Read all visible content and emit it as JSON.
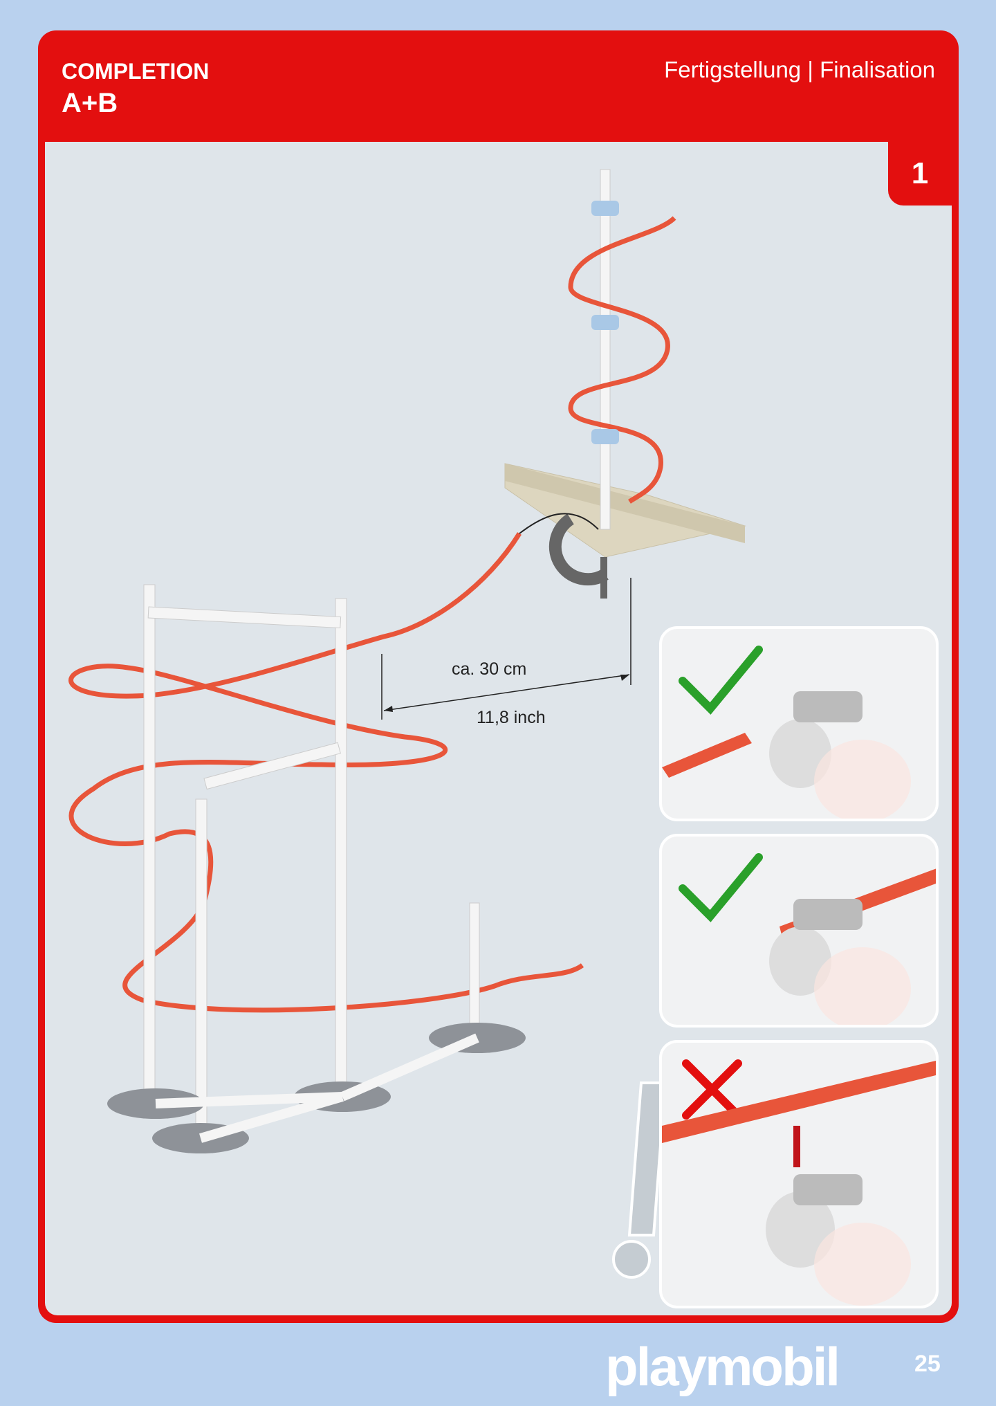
{
  "header": {
    "title": "COMPLETION",
    "subtitle_code": "A+B",
    "translations": "Fertigstellung | Finalisation"
  },
  "step_number": "1",
  "illustration": {
    "distance_metric": "ca. 30 cm",
    "distance_imperial": "11,8 inch"
  },
  "panels": [
    {
      "status": "correct",
      "icon": "checkmark-icon",
      "color": "#2aa02a"
    },
    {
      "status": "correct",
      "icon": "checkmark-icon",
      "color": "#2aa02a"
    },
    {
      "status": "incorrect",
      "icon": "cross-icon",
      "color": "#e30f0f"
    }
  ],
  "footer": {
    "brand": "playmobil",
    "page_number": "25"
  },
  "colors": {
    "frame": "#e30f0f",
    "background": "#b9d1ee",
    "track": "#e8553a"
  }
}
